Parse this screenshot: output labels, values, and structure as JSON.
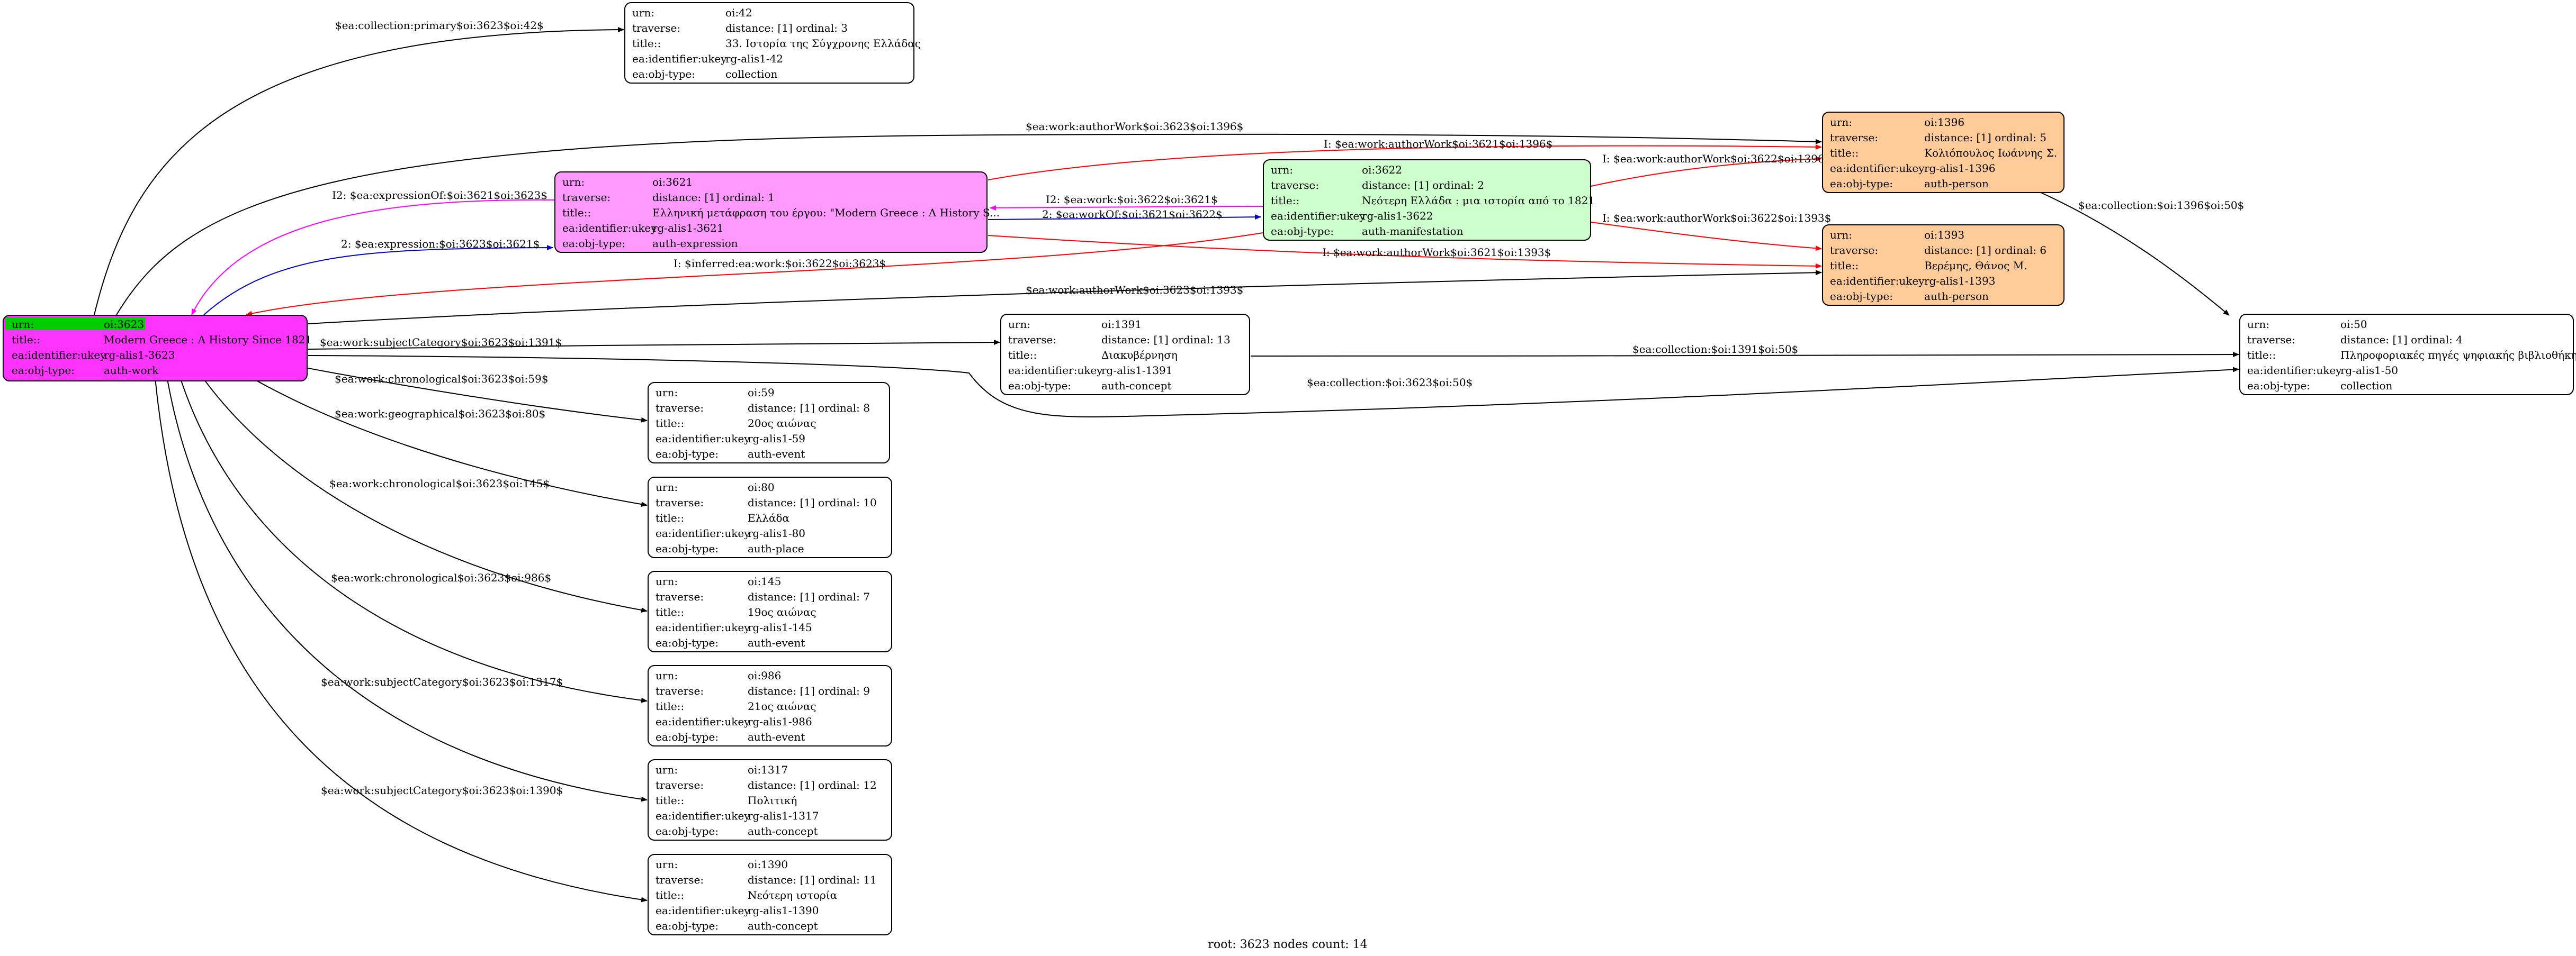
{
  "caption": "root: 3623 nodes count: 14",
  "colors": {
    "root_fill": "#ff33ff",
    "root_header": "#00cc00",
    "expression_fill": "#ff99ff",
    "manifestation_fill": "#ccffcc",
    "person_fill": "#ffcc99",
    "plain_fill": "#ffffff",
    "edge_black": "#000000",
    "edge_red": "#ff0000",
    "edge_blue": "#0000cc",
    "edge_magenta": "#ff00ff"
  },
  "nodes": {
    "n3623": {
      "rows": [
        [
          "urn:",
          "oi:3623"
        ],
        [
          "title::",
          "Modern Greece : A History Since 1821"
        ],
        [
          "ea:identifier:ukey",
          "rg-alis1-3623"
        ],
        [
          "ea:obj-type:",
          "auth-work"
        ]
      ]
    },
    "n42": {
      "rows": [
        [
          "urn:",
          "oi:42"
        ],
        [
          "traverse:",
          "distance: [1]     ordinal: 3"
        ],
        [
          "title::",
          "33. Ιστορία της Σύγχρονης Ελλάδας"
        ],
        [
          "ea:identifier:ukey",
          "rg-alis1-42"
        ],
        [
          "ea:obj-type:",
          "collection"
        ]
      ]
    },
    "n3621": {
      "rows": [
        [
          "urn:",
          "oi:3621"
        ],
        [
          "traverse:",
          "distance: [1]     ordinal: 1"
        ],
        [
          "title::",
          "Ελληνική μετάφραση του έργου: \"Modern Greece : A History S..."
        ],
        [
          "ea:identifier:ukey",
          "rg-alis1-3621"
        ],
        [
          "ea:obj-type:",
          "auth-expression"
        ]
      ]
    },
    "n3622": {
      "rows": [
        [
          "urn:",
          "oi:3622"
        ],
        [
          "traverse:",
          "distance: [1]     ordinal: 2"
        ],
        [
          "title::",
          "Νεότερη Ελλάδα : μια ιστορία από το 1821"
        ],
        [
          "ea:identifier:ukey",
          "rg-alis1-3622"
        ],
        [
          "ea:obj-type:",
          "auth-manifestation"
        ]
      ]
    },
    "n1396": {
      "rows": [
        [
          "urn:",
          "oi:1396"
        ],
        [
          "traverse:",
          "distance: [1]     ordinal: 5"
        ],
        [
          "title::",
          "Κολιόπουλος Ιωάννης Σ."
        ],
        [
          "ea:identifier:ukey",
          "rg-alis1-1396"
        ],
        [
          "ea:obj-type:",
          "auth-person"
        ]
      ]
    },
    "n1393": {
      "rows": [
        [
          "urn:",
          "oi:1393"
        ],
        [
          "traverse:",
          "distance: [1]     ordinal: 6"
        ],
        [
          "title::",
          "Βερέμης, Θάνος Μ."
        ],
        [
          "ea:identifier:ukey",
          "rg-alis1-1393"
        ],
        [
          "ea:obj-type:",
          "auth-person"
        ]
      ]
    },
    "n1391": {
      "rows": [
        [
          "urn:",
          "oi:1391"
        ],
        [
          "traverse:",
          "distance: [1]     ordinal: 13"
        ],
        [
          "title::",
          "Διακυβέρνηση"
        ],
        [
          "ea:identifier:ukey",
          "rg-alis1-1391"
        ],
        [
          "ea:obj-type:",
          "auth-concept"
        ]
      ]
    },
    "n50": {
      "rows": [
        [
          "urn:",
          "oi:50"
        ],
        [
          "traverse:",
          "distance: [1]     ordinal: 4"
        ],
        [
          "title::",
          "Πληροφοριακές πηγές ψηφιακής βιβλιοθήκης"
        ],
        [
          "ea:identifier:ukey",
          "rg-alis1-50"
        ],
        [
          "ea:obj-type:",
          "collection"
        ]
      ]
    },
    "n59": {
      "rows": [
        [
          "urn:",
          "oi:59"
        ],
        [
          "traverse:",
          "distance: [1]     ordinal: 8"
        ],
        [
          "title::",
          "20ος αιώνας"
        ],
        [
          "ea:identifier:ukey",
          "rg-alis1-59"
        ],
        [
          "ea:obj-type:",
          "auth-event"
        ]
      ]
    },
    "n80": {
      "rows": [
        [
          "urn:",
          "oi:80"
        ],
        [
          "traverse:",
          "distance: [1]     ordinal: 10"
        ],
        [
          "title::",
          "Ελλάδα"
        ],
        [
          "ea:identifier:ukey",
          "rg-alis1-80"
        ],
        [
          "ea:obj-type:",
          "auth-place"
        ]
      ]
    },
    "n145": {
      "rows": [
        [
          "urn:",
          "oi:145"
        ],
        [
          "traverse:",
          "distance: [1]     ordinal: 7"
        ],
        [
          "title::",
          "19ος αιώνας"
        ],
        [
          "ea:identifier:ukey",
          "rg-alis1-145"
        ],
        [
          "ea:obj-type:",
          "auth-event"
        ]
      ]
    },
    "n986": {
      "rows": [
        [
          "urn:",
          "oi:986"
        ],
        [
          "traverse:",
          "distance: [1]     ordinal: 9"
        ],
        [
          "title::",
          "21ος αιώνας"
        ],
        [
          "ea:identifier:ukey",
          "rg-alis1-986"
        ],
        [
          "ea:obj-type:",
          "auth-event"
        ]
      ]
    },
    "n1317": {
      "rows": [
        [
          "urn:",
          "oi:1317"
        ],
        [
          "traverse:",
          "distance: [1]     ordinal: 12"
        ],
        [
          "title::",
          "Πολιτική"
        ],
        [
          "ea:identifier:ukey",
          "rg-alis1-1317"
        ],
        [
          "ea:obj-type:",
          "auth-concept"
        ]
      ]
    },
    "n1390": {
      "rows": [
        [
          "urn:",
          "oi:1390"
        ],
        [
          "traverse:",
          "distance: [1]     ordinal: 11"
        ],
        [
          "title::",
          "Νεότερη ιστορία"
        ],
        [
          "ea:identifier:ukey",
          "rg-alis1-1390"
        ],
        [
          "ea:obj-type:",
          "auth-concept"
        ]
      ]
    }
  },
  "edges": {
    "e_42": "$ea:collection:primary$oi:3623$oi:42$",
    "e_1396_work": "$ea:work:authorWork$oi:3623$oi:1396$",
    "e_exprOf": "I2: $ea:expressionOf:$oi:3621$oi:3623$",
    "e_expr": "2: $ea:expression:$oi:3623$oi:3621$",
    "e_3621_1396": "I: $ea:work:authorWork$oi:3621$oi:1396$",
    "e_3622_3621": "I2: $ea:work:$oi:3622$oi:3621$",
    "e_workOf": "2: $ea:workOf:$oi:3621$oi:3622$",
    "e_3622_1396": "I: $ea:work:authorWork$oi:3622$oi:1396$",
    "e_3622_1393": "I: $ea:work:authorWork$oi:3622$oi:1393$",
    "e_3621_1393": "I: $ea:work:authorWork$oi:3621$oi:1393$",
    "e_inferred": "I: $inferred:ea:work:$oi:3622$oi:3623$",
    "e_1393_work": "$ea:work:authorWork$oi:3623$oi:1393$",
    "e_1396_50": "$ea:collection:$oi:1396$oi:50$",
    "e_1391": "$ea:work:subjectCategory$oi:3623$oi:1391$",
    "e_1391_50": "$ea:collection:$oi:1391$oi:50$",
    "e_3623_50": "$ea:collection:$oi:3623$oi:50$",
    "e_59": "$ea:work:chronological$oi:3623$oi:59$",
    "e_80": "$ea:work:geographical$oi:3623$oi:80$",
    "e_145": "$ea:work:chronological$oi:3623$oi:145$",
    "e_986": "$ea:work:chronological$oi:3623$oi:986$",
    "e_1317": "$ea:work:subjectCategory$oi:3623$oi:1317$",
    "e_1390": "$ea:work:subjectCategory$oi:3623$oi:1390$"
  }
}
